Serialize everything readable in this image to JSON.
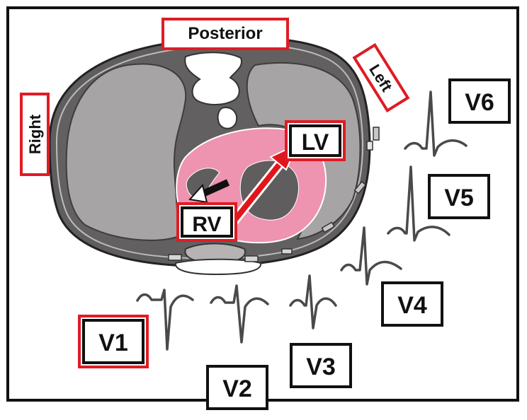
{
  "labels": {
    "posterior": "Posterior",
    "left": "Left",
    "right": "Right",
    "lv": "LV",
    "rv": "RV"
  },
  "leads": [
    {
      "id": "v1",
      "label": "V1",
      "highlighted": true
    },
    {
      "id": "v2",
      "label": "V2",
      "highlighted": false
    },
    {
      "id": "v3",
      "label": "V3",
      "highlighted": false
    },
    {
      "id": "v4",
      "label": "V4",
      "highlighted": false
    },
    {
      "id": "v5",
      "label": "V5",
      "highlighted": false
    },
    {
      "id": "v6",
      "label": "V6",
      "highlighted": false
    }
  ],
  "colors": {
    "label_red_border": "#e01b24",
    "label_black_border": "#111111",
    "lung_gray": "#a5a3a3",
    "tissue_dark": "#5e5c5c",
    "heart_pink": "#ee93b0",
    "arrow_red": "#e0161c",
    "ecg_trace": "#4a4a4a"
  }
}
